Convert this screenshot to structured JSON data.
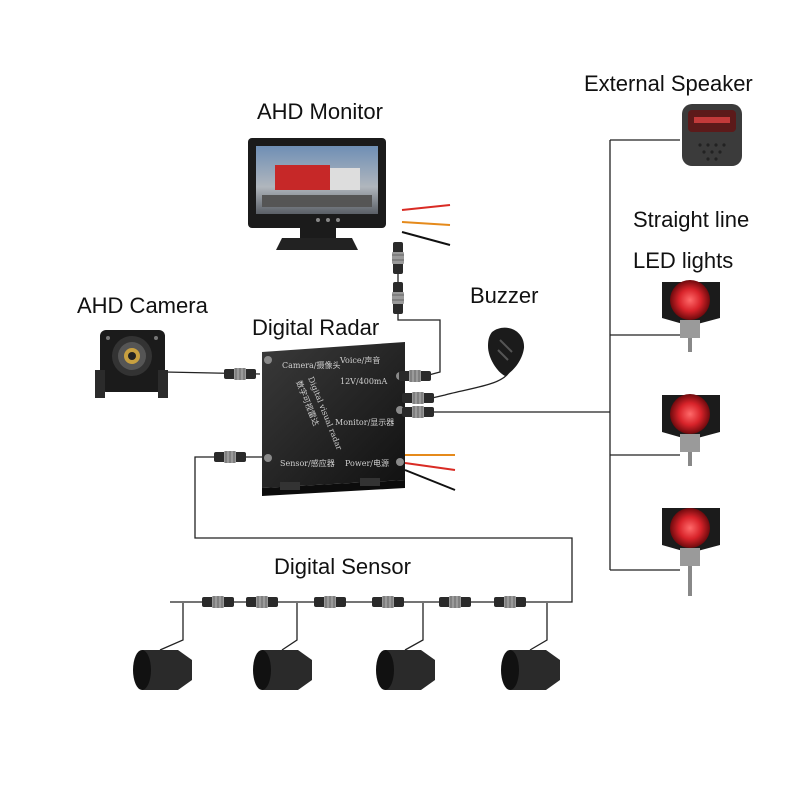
{
  "labels": {
    "ahd_monitor": "AHD Monitor",
    "ahd_camera": "AHD Camera",
    "digital_radar": "Digital Radar",
    "buzzer": "Buzzer",
    "external_speaker": "External Speaker",
    "led_line1": "Straight line",
    "led_line2": "LED lights",
    "digital_sensor": "Digital Sensor"
  },
  "radar_box": {
    "camera_port": "Camera/摄像头",
    "voice_port": "Voice/声音",
    "rating": "12V/400mA",
    "monitor_port": "Monitor/显示器",
    "sensor_port": "Sensor/感应器",
    "power_port": "Power/电源",
    "top_text_en": "Digital visual radar",
    "top_text_cn": "数字可视雷达"
  },
  "colors": {
    "led_red": "#d8232a",
    "wire": "#222222",
    "device_black": "#1b1b1b"
  }
}
